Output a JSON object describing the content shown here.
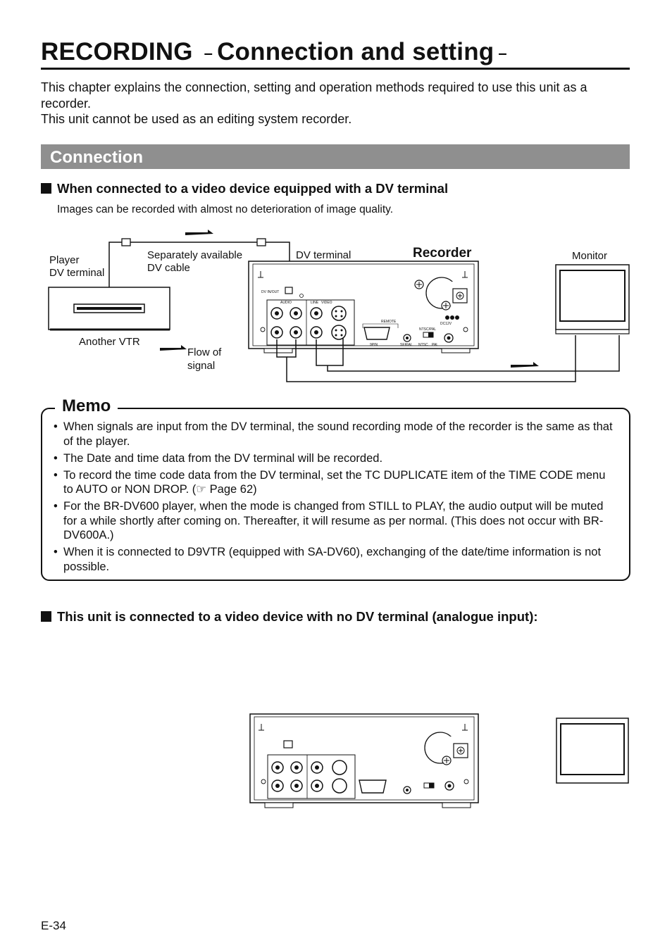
{
  "page": {
    "title_main": "RECORDING",
    "title_sub": "Connection and setting",
    "title_dash_left": "–",
    "title_dash_right": "–",
    "intro_lines": [
      "This chapter explains the connection, setting and operation methods required to use this unit as a recorder.",
      "This unit cannot be used as an editing system recorder."
    ],
    "page_number": "E-34"
  },
  "section": {
    "title": "Connection"
  },
  "subsection1": {
    "heading": "When connected to a video device equipped with a DV terminal",
    "description": "Images can be recorded with almost no deterioration of image quality."
  },
  "diagram1": {
    "player_label_1": "Player",
    "player_label_2": "DV terminal",
    "cable_label_1": "Separately available",
    "cable_label_2": "DV cable",
    "dv_terminal_label": "DV terminal",
    "recorder_label": "Recorder",
    "monitor_label": "Monitor",
    "another_vtr_label": "Another VTR",
    "flow_label_1": "Flow of",
    "flow_label_2": "signal",
    "panel_dv_inout": "DV IN/OUT",
    "panel_audio": "AUDIO",
    "panel_video": "VIDEO",
    "panel_line": "LINE",
    "panel_remote": "REMOTE",
    "panel_9pin": "9PIN",
    "panel_serial": "SERIAL",
    "panel_ntscpal": "NTSC/PAL",
    "panel_ntsc": "NTSC",
    "panel_pal": "PAL",
    "panel_dc12v": "DC12V"
  },
  "memo": {
    "title": "Memo",
    "items": [
      "When signals are input from the DV terminal, the sound recording mode of the recorder is the same as that of the player.",
      "The Date and time data from the DV terminal will be recorded.",
      "To record the time code data from the DV terminal, set the TC DUPLICATE item of the TIME CODE menu to AUTO or NON DROP. (☞ Page 62)",
      "For the BR-DV600 player, when the mode is changed from STILL to PLAY, the audio output will be muted for a while shortly after coming on.  Thereafter, it will resume as per normal. (This does not occur with BR-DV600A.)",
      "When it is connected to D9VTR (equipped with SA-DV60), exchanging of the date/time information is not possible."
    ]
  },
  "subsection2": {
    "heading": "This unit is connected to a video device with no DV terminal (analogue input):"
  }
}
